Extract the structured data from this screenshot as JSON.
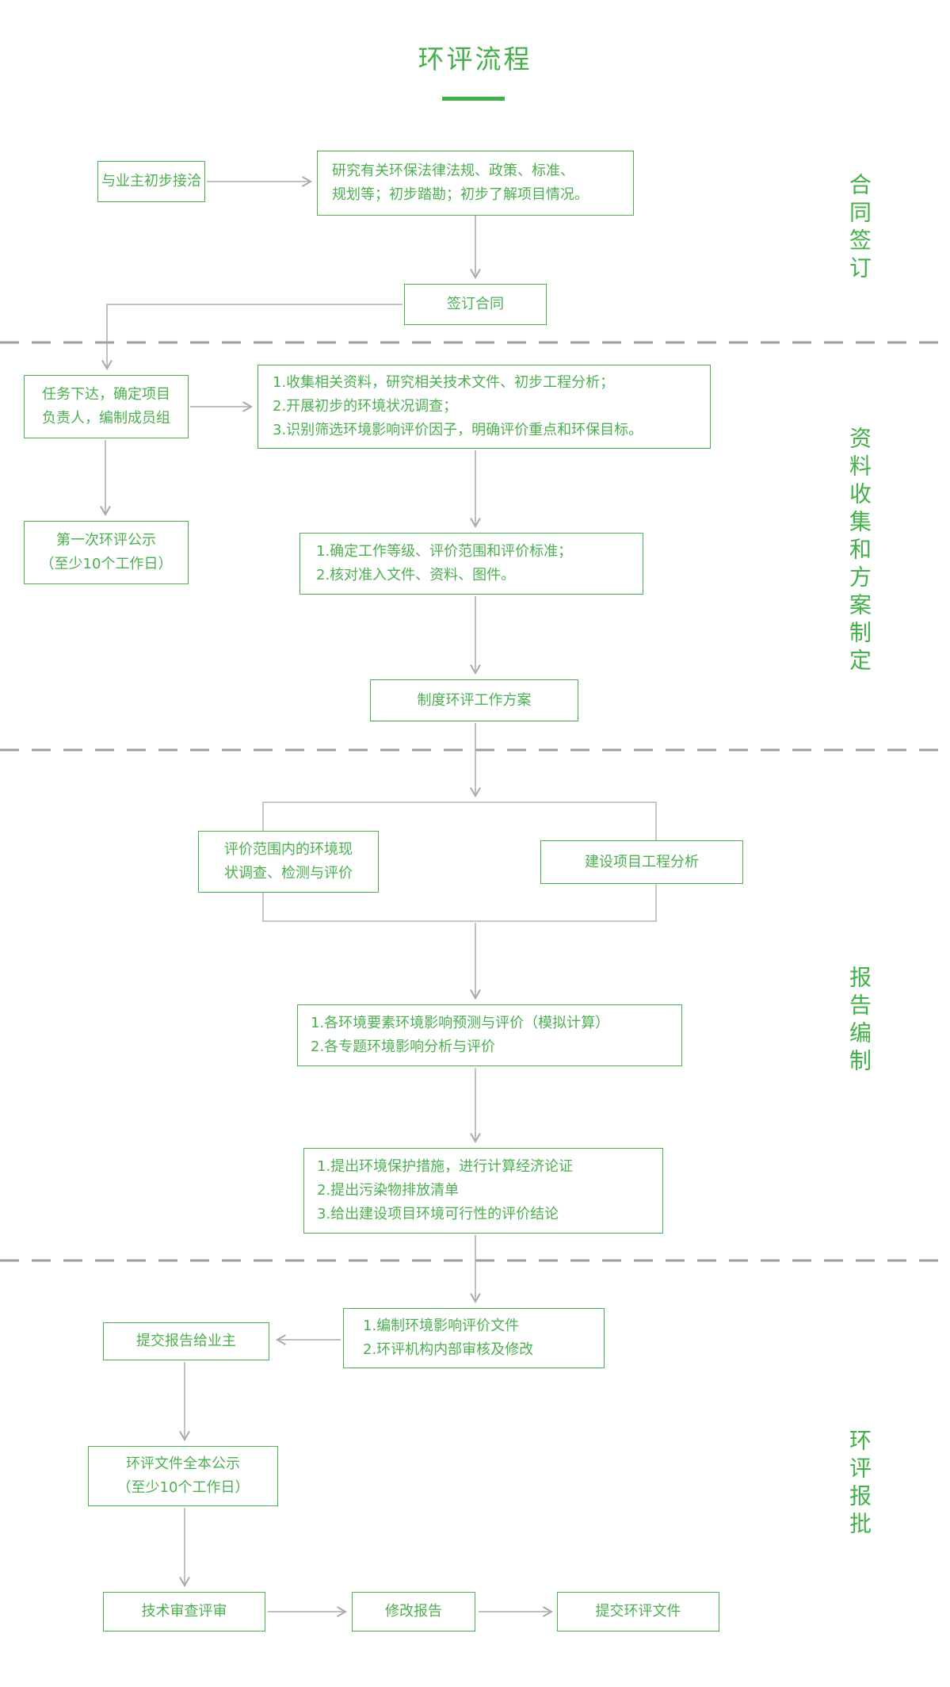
{
  "title": "环评流程",
  "colors": {
    "green": "#4caf50",
    "title_green": "#43b049",
    "arrow_gray": "#ababab",
    "dash_gray": "#9e9e9e"
  },
  "side_labels": [
    {
      "id": "contract-signing",
      "label": "合同签订"
    },
    {
      "id": "data-collection-planning",
      "label": "资料收集和方案制定"
    },
    {
      "id": "report-compilation",
      "label": "报告编制"
    },
    {
      "id": "eia-approval",
      "label": "环评报批"
    }
  ],
  "nodes": {
    "initial_contact": "与业主初步接洽",
    "research": "研究有关环保法律法规、政策、标准、\n规划等；初步踏勘；初步了解项目情况。",
    "sign_contract": "签订合同",
    "task_assign": "任务下达，确定项目\n负责人，编制成员组",
    "collect_info": "1.收集相关资料，研究相关技术文件、初步工程分析；\n2.开展初步的环境状况调查；\n3.识别筛选环境影响评价因子，明确评价重点和环保目标。",
    "first_publicity": "第一次环评公示\n（至少10个工作日）",
    "work_level": "1.确定工作等级、评价范围和评价标准；\n2.核对准入文件、资料、图件。",
    "work_plan": "制度环评工作方案",
    "status_survey": "评价范围内的环境现\n状调查、检测与评价",
    "project_analysis": "建设项目工程分析",
    "impact_prediction": "1.各环境要素环境影响预测与评价（模拟计算）\n2.各专题环境影响分析与评价",
    "protection_measures": "1.提出环境保护措施，进行计算经济论证\n2.提出污染物排放清单\n3.给出建设项目环境可行性的评价结论",
    "compile_document": "1.编制环境影响评价文件\n2.环评机构内部审核及修改",
    "submit_to_owner": "提交报告给业主",
    "full_publicity": "环评文件全本公示\n（至少10个工作日）",
    "technical_review": "技术审查评审",
    "revise_report": "修改报告",
    "submit_document": "提交环评文件"
  }
}
